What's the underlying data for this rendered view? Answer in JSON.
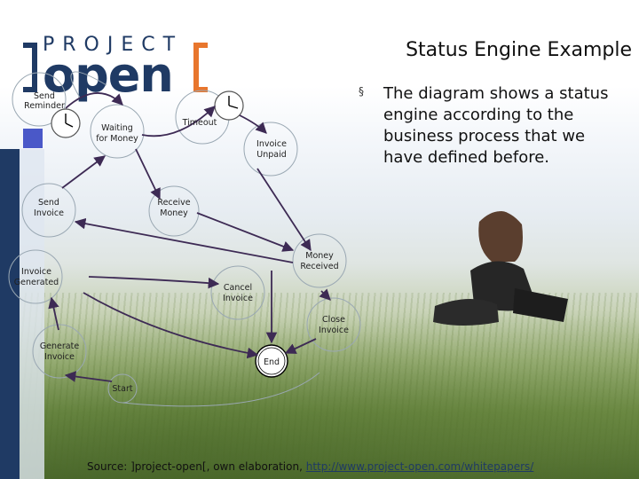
{
  "slide": {
    "title": "Status Engine Example",
    "bullet_marker": "§",
    "bullet_text": "The diagram shows a status engine according to the business process that we have defined before.",
    "source_prefix": "Source: ]project-open[, own elaboration,",
    "source_link": "http://www.project-open.com/whitepapers/"
  },
  "logo": {
    "project": "PROJECT",
    "open": "open"
  },
  "colors": {
    "brand_navy": "#1f3a64",
    "brand_orange": "#e8762d",
    "accent_square": "#4a58c8",
    "arrow": "#3d2a54"
  },
  "diagram": {
    "nodes": {
      "send_reminder": [
        "Send",
        "Reminder"
      ],
      "waiting_for_money": [
        "Waiting",
        "for Money"
      ],
      "timeout": [
        "Timeout"
      ],
      "invoice_unpaid": [
        "Invoice",
        "Unpaid"
      ],
      "send_invoice": [
        "Send",
        "Invoice"
      ],
      "receive_money": [
        "Receive",
        "Money"
      ],
      "money_received": [
        "Money",
        "Received"
      ],
      "invoice_generated": [
        "Invoice",
        "Generated"
      ],
      "cancel_invoice": [
        "Cancel",
        "Invoice"
      ],
      "close_invoice": [
        "Close",
        "Invoice"
      ],
      "generate_invoice": [
        "Generate",
        "Invoice"
      ],
      "end": [
        "End"
      ],
      "start": [
        "Start"
      ]
    },
    "icons": [
      "clock-icon",
      "clock-icon"
    ]
  }
}
